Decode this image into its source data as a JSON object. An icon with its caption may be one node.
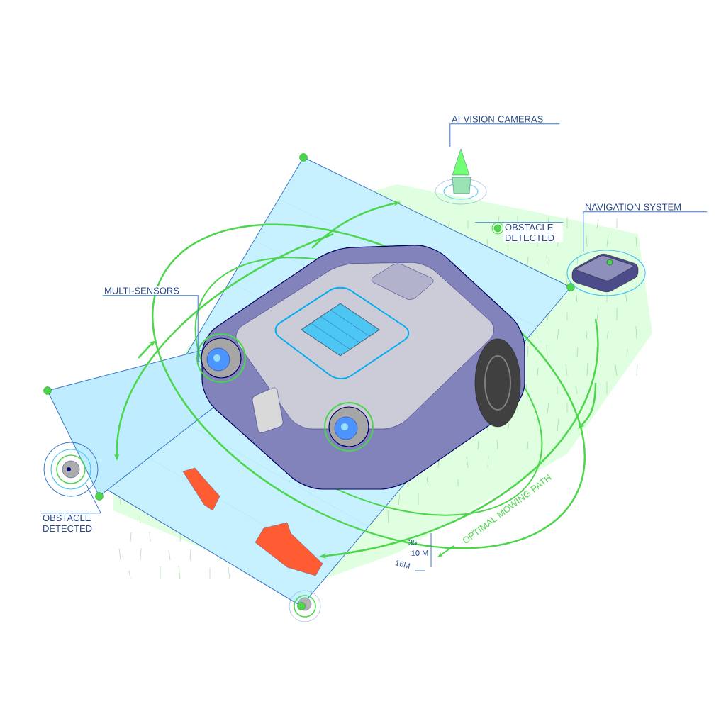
{
  "diagram": {
    "nodes": [
      {
        "text": [
          "AI VISION CAMERAS"
        ]
      },
      {
        "text": [],
        "shape": "picture"
      },
      {
        "text": [
          "OBSTACLE DETECTED"
        ]
      },
      {
        "text": [
          "NAVIGATION SYSTEM"
        ]
      },
      {
        "text": [],
        "shape": "picture"
      },
      {
        "text": [
          "MULTI-SENSORS"
        ]
      },
      {
        "text": [],
        "shape": "picture"
      },
      {
        "text": [
          "OBSTACLE DETECTED"
        ]
      },
      {
        "text": [],
        "shape": "picture"
      }
    ],
    "edges": [
      {
        "from": 0,
        "to": 1,
        "arrow": "none"
      },
      {
        "from": 2,
        "to": 1,
        "arrow": "none"
      },
      {
        "from": 3,
        "to": 4,
        "arrow": "none"
      },
      {
        "from": 5,
        "to": 6,
        "arrow": "none"
      },
      {
        "from": 7,
        "to": 8,
        "arrow": "none"
      }
    ],
    "labels": [
      "OPTIMAL MOWING PATH",
      "35",
      "10 M",
      "16M"
    ]
  }
}
